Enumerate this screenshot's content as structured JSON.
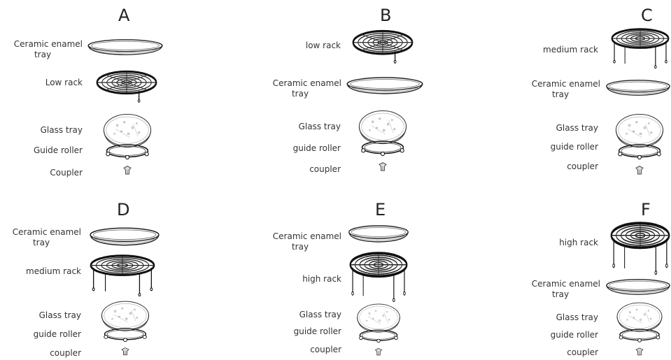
{
  "panels": [
    {
      "letter": "A",
      "items": [
        {
          "l1": "Ceramic enamel",
          "l2": "tray"
        },
        {
          "l1": "Low rack"
        },
        {
          "l1": "Glass tray"
        },
        {
          "l1": "Guide roller"
        },
        {
          "l1": "Coupler"
        }
      ]
    },
    {
      "letter": "B",
      "items": [
        {
          "l1": "low rack"
        },
        {
          "l1": "Ceramic enamel",
          "l2": "tray"
        },
        {
          "l1": "Glass tray"
        },
        {
          "l1": "guide roller"
        },
        {
          "l1": "coupler"
        }
      ]
    },
    {
      "letter": "C",
      "items": [
        {
          "l1": "medium rack"
        },
        {
          "l1": "Ceramic enamel",
          "l2": "tray"
        },
        {
          "l1": "Glass tray"
        },
        {
          "l1": "guide roller"
        },
        {
          "l1": "coupler"
        }
      ]
    },
    {
      "letter": "D",
      "items": [
        {
          "l1": "Ceramic enamel",
          "l2": "tray"
        },
        {
          "l1": "medium rack"
        },
        {
          "l1": "Glass tray"
        },
        {
          "l1": "guide roller"
        },
        {
          "l1": "coupler"
        }
      ]
    },
    {
      "letter": "E",
      "items": [
        {
          "l1": "Ceramic enamel",
          "l2": "tray"
        },
        {
          "l1": "high rack"
        },
        {
          "l1": "Glass tray"
        },
        {
          "l1": "guide roller"
        },
        {
          "l1": "coupler"
        }
      ]
    },
    {
      "letter": "F",
      "items": [
        {
          "l1": "high rack"
        },
        {
          "l1": "Ceramic enamel",
          "l2": "tray"
        },
        {
          "l1": "Glass tray"
        },
        {
          "l1": "guide roller"
        },
        {
          "l1": "coupler"
        }
      ]
    }
  ]
}
